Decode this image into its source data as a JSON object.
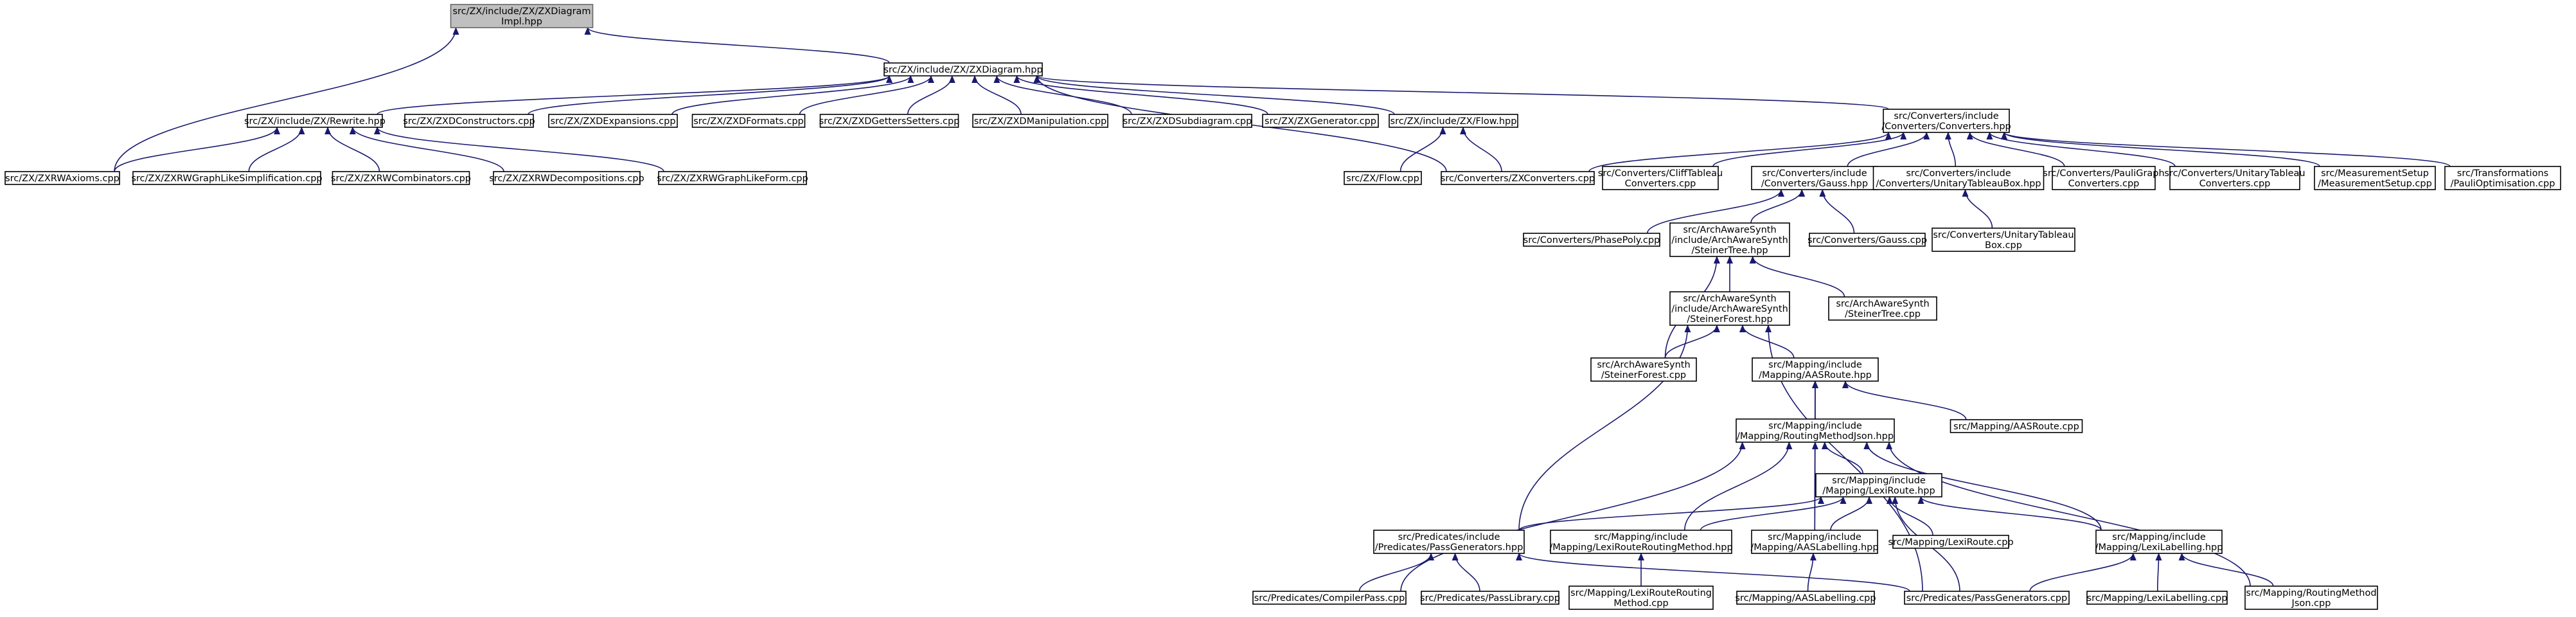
{
  "graph": {
    "edge_color": "#191970",
    "root_fill": "#bfbfbf",
    "nodes": [
      {
        "id": "zxdiagram_impl",
        "lines": [
          "src/ZX/include/ZX/ZXDiagram",
          "Impl.hpp"
        ],
        "root": true
      },
      {
        "id": "zxdiagram_hpp",
        "lines": [
          "src/ZX/include/ZX/ZXDiagram.hpp"
        ]
      },
      {
        "id": "rewrite_hpp",
        "lines": [
          "src/ZX/include/ZX/Rewrite.hpp"
        ]
      },
      {
        "id": "zxd_constructors",
        "lines": [
          "src/ZX/ZXDConstructors.cpp"
        ]
      },
      {
        "id": "zxd_expansions",
        "lines": [
          "src/ZX/ZXDExpansions.cpp"
        ]
      },
      {
        "id": "zxd_formats",
        "lines": [
          "src/ZX/ZXDFormats.cpp"
        ]
      },
      {
        "id": "zxd_getters",
        "lines": [
          "src/ZX/ZXDGettersSetters.cpp"
        ]
      },
      {
        "id": "zxd_manipulation",
        "lines": [
          "src/ZX/ZXDManipulation.cpp"
        ]
      },
      {
        "id": "zxd_subdiagram",
        "lines": [
          "src/ZX/ZXDSubdiagram.cpp"
        ]
      },
      {
        "id": "zx_generator",
        "lines": [
          "src/ZX/ZXGenerator.cpp"
        ]
      },
      {
        "id": "flow_hpp",
        "lines": [
          "src/ZX/include/ZX/Flow.hpp"
        ]
      },
      {
        "id": "converters_hpp",
        "lines": [
          "src/Converters/include",
          "/Converters/Converters.hpp"
        ]
      },
      {
        "id": "zxrw_axioms",
        "lines": [
          "src/ZX/ZXRWAxioms.cpp"
        ]
      },
      {
        "id": "zxrw_graphlike_simpl",
        "lines": [
          "src/ZX/ZXRWGraphLikeSimplification.cpp"
        ]
      },
      {
        "id": "zxrw_combinators",
        "lines": [
          "src/ZX/ZXRWCombinators.cpp"
        ]
      },
      {
        "id": "zxrw_decompositions",
        "lines": [
          "src/ZX/ZXRWDecompositions.cpp"
        ]
      },
      {
        "id": "zxrw_graphlikeform",
        "lines": [
          "src/ZX/ZXRWGraphLikeForm.cpp"
        ]
      },
      {
        "id": "flow_cpp",
        "lines": [
          "src/ZX/Flow.cpp"
        ]
      },
      {
        "id": "zxconverters_cpp",
        "lines": [
          "src/Converters/ZXConverters.cpp"
        ]
      },
      {
        "id": "clifftableau_conv",
        "lines": [
          "src/Converters/CliffTableau",
          "Converters.cpp"
        ]
      },
      {
        "id": "gauss_hpp",
        "lines": [
          "src/Converters/include",
          "/Converters/Gauss.hpp"
        ]
      },
      {
        "id": "utb_hpp",
        "lines": [
          "src/Converters/include",
          "/Converters/UnitaryTableauBox.hpp"
        ]
      },
      {
        "id": "pauligraph_conv",
        "lines": [
          "src/Converters/PauliGraph",
          "Converters.cpp"
        ]
      },
      {
        "id": "unitarytableau_conv",
        "lines": [
          "src/Converters/UnitaryTableau",
          "Converters.cpp"
        ]
      },
      {
        "id": "measurementsetup",
        "lines": [
          "src/MeasurementSetup",
          "/MeasurementSetup.cpp"
        ]
      },
      {
        "id": "paulioptimisation",
        "lines": [
          "src/Transformations",
          "/PauliOptimisation.cpp"
        ]
      },
      {
        "id": "phasepoly_cpp",
        "lines": [
          "src/Converters/PhasePoly.cpp"
        ]
      },
      {
        "id": "steinertree_hpp",
        "lines": [
          "src/ArchAwareSynth",
          "/include/ArchAwareSynth",
          "/SteinerTree.hpp"
        ]
      },
      {
        "id": "gauss_cpp",
        "lines": [
          "src/Converters/Gauss.cpp"
        ]
      },
      {
        "id": "utb_cpp",
        "lines": [
          "src/Converters/UnitaryTableau",
          "Box.cpp"
        ]
      },
      {
        "id": "steinerforest_hpp",
        "lines": [
          "src/ArchAwareSynth",
          "/include/ArchAwareSynth",
          "/SteinerForest.hpp"
        ]
      },
      {
        "id": "steinertree_cpp",
        "lines": [
          "src/ArchAwareSynth",
          "/SteinerTree.cpp"
        ]
      },
      {
        "id": "steinerforest_cpp",
        "lines": [
          "src/ArchAwareSynth",
          "/SteinerForest.cpp"
        ]
      },
      {
        "id": "aasroute_hpp",
        "lines": [
          "src/Mapping/include",
          "/Mapping/AASRoute.hpp"
        ]
      },
      {
        "id": "routingmethodjson_hpp",
        "lines": [
          "src/Mapping/include",
          "/Mapping/RoutingMethodJson.hpp"
        ]
      },
      {
        "id": "aasroute_cpp",
        "lines": [
          "src/Mapping/AASRoute.cpp"
        ]
      },
      {
        "id": "lexiroute_hpp",
        "lines": [
          "src/Mapping/include",
          "/Mapping/LexiRoute.hpp"
        ]
      },
      {
        "id": "passgenerators_hpp",
        "lines": [
          "src/Predicates/include",
          "/Predicates/PassGenerators.hpp"
        ]
      },
      {
        "id": "lexiroutingmethod_hpp",
        "lines": [
          "src/Mapping/include",
          "/Mapping/LexiRouteRoutingMethod.hpp"
        ]
      },
      {
        "id": "aaslabelling_hpp",
        "lines": [
          "src/Mapping/include",
          "/Mapping/AASLabelling.hpp"
        ]
      },
      {
        "id": "lexiroute_cpp",
        "lines": [
          "src/Mapping/LexiRoute.cpp"
        ]
      },
      {
        "id": "lexilabelling_hpp",
        "lines": [
          "src/Mapping/include",
          "/Mapping/LexiLabelling.hpp"
        ]
      },
      {
        "id": "compilerpass_cpp",
        "lines": [
          "src/Predicates/CompilerPass.cpp"
        ]
      },
      {
        "id": "passlibrary_cpp",
        "lines": [
          "src/Predicates/PassLibrary.cpp"
        ]
      },
      {
        "id": "lexiroutingmethod_cpp",
        "lines": [
          "src/Mapping/LexiRouteRouting",
          "Method.cpp"
        ]
      },
      {
        "id": "aaslabelling_cpp",
        "lines": [
          "src/Mapping/AASLabelling.cpp"
        ]
      },
      {
        "id": "passgenerators_cpp",
        "lines": [
          "src/Predicates/PassGenerators.cpp"
        ]
      },
      {
        "id": "lexilabelling_cpp",
        "lines": [
          "src/Mapping/LexiLabelling.cpp"
        ]
      },
      {
        "id": "routingmethodjson_cpp",
        "lines": [
          "src/Mapping/RoutingMethod",
          "Json.cpp"
        ]
      }
    ],
    "edges": [
      [
        "zxdiagram_hpp",
        "zxdiagram_impl"
      ],
      [
        "zxrw_axioms",
        "zxdiagram_impl"
      ],
      [
        "rewrite_hpp",
        "zxdiagram_hpp"
      ],
      [
        "zxd_constructors",
        "zxdiagram_hpp"
      ],
      [
        "zxd_expansions",
        "zxdiagram_hpp"
      ],
      [
        "zxd_formats",
        "zxdiagram_hpp"
      ],
      [
        "zxd_getters",
        "zxdiagram_hpp"
      ],
      [
        "zxd_manipulation",
        "zxdiagram_hpp"
      ],
      [
        "zxd_subdiagram",
        "zxdiagram_hpp"
      ],
      [
        "zx_generator",
        "zxdiagram_hpp"
      ],
      [
        "flow_hpp",
        "zxdiagram_hpp"
      ],
      [
        "converters_hpp",
        "zxdiagram_hpp"
      ],
      [
        "zxconverters_cpp",
        "zxdiagram_hpp"
      ],
      [
        "zxrw_axioms",
        "rewrite_hpp"
      ],
      [
        "zxrw_graphlike_simpl",
        "rewrite_hpp"
      ],
      [
        "zxrw_combinators",
        "rewrite_hpp"
      ],
      [
        "zxrw_decompositions",
        "rewrite_hpp"
      ],
      [
        "zxrw_graphlikeform",
        "rewrite_hpp"
      ],
      [
        "flow_cpp",
        "flow_hpp"
      ],
      [
        "zxconverters_cpp",
        "flow_hpp"
      ],
      [
        "zxconverters_cpp",
        "converters_hpp"
      ],
      [
        "clifftableau_conv",
        "converters_hpp"
      ],
      [
        "gauss_hpp",
        "converters_hpp"
      ],
      [
        "utb_hpp",
        "converters_hpp"
      ],
      [
        "pauligraph_conv",
        "converters_hpp"
      ],
      [
        "unitarytableau_conv",
        "converters_hpp"
      ],
      [
        "measurementsetup",
        "converters_hpp"
      ],
      [
        "paulioptimisation",
        "converters_hpp"
      ],
      [
        "phasepoly_cpp",
        "gauss_hpp"
      ],
      [
        "steinertree_hpp",
        "gauss_hpp"
      ],
      [
        "gauss_cpp",
        "gauss_hpp"
      ],
      [
        "utb_cpp",
        "utb_hpp"
      ],
      [
        "steinerforest_hpp",
        "steinertree_hpp"
      ],
      [
        "steinertree_cpp",
        "steinertree_hpp"
      ],
      [
        "steinerforest_cpp",
        "steinertree_hpp"
      ],
      [
        "steinerforest_cpp",
        "steinerforest_hpp"
      ],
      [
        "aasroute_hpp",
        "steinerforest_hpp"
      ],
      [
        "passgenerators_hpp",
        "steinerforest_hpp"
      ],
      [
        "passgenerators_cpp",
        "steinerforest_hpp"
      ],
      [
        "routingmethodjson_hpp",
        "aasroute_hpp"
      ],
      [
        "aasroute_cpp",
        "aasroute_hpp"
      ],
      [
        "aaslabelling_hpp",
        "aasroute_hpp"
      ],
      [
        "lexiroute_hpp",
        "routingmethodjson_hpp"
      ],
      [
        "lexiroutingmethod_hpp",
        "routingmethodjson_hpp"
      ],
      [
        "lexilabelling_hpp",
        "routingmethodjson_hpp"
      ],
      [
        "compilerpass_cpp",
        "routingmethodjson_hpp"
      ],
      [
        "routingmethodjson_cpp",
        "routingmethodjson_hpp"
      ],
      [
        "aaslabelling_hpp",
        "routingmethodjson_hpp"
      ],
      [
        "passgenerators_hpp",
        "lexiroute_hpp"
      ],
      [
        "lexiroutingmethod_hpp",
        "lexiroute_hpp"
      ],
      [
        "aaslabelling_hpp",
        "lexiroute_hpp"
      ],
      [
        "lexiroute_cpp",
        "lexiroute_hpp"
      ],
      [
        "lexilabelling_hpp",
        "lexiroute_hpp"
      ],
      [
        "passgenerators_cpp",
        "lexiroute_hpp"
      ],
      [
        "compilerpass_cpp",
        "passgenerators_hpp"
      ],
      [
        "passlibrary_cpp",
        "passgenerators_hpp"
      ],
      [
        "passgenerators_cpp",
        "passgenerators_hpp"
      ],
      [
        "lexiroutingmethod_cpp",
        "lexiroutingmethod_hpp"
      ],
      [
        "aaslabelling_cpp",
        "aaslabelling_hpp"
      ],
      [
        "passgenerators_cpp",
        "lexilabelling_hpp"
      ],
      [
        "lexilabelling_cpp",
        "lexilabelling_hpp"
      ],
      [
        "routingmethodjson_cpp",
        "lexilabelling_hpp"
      ]
    ]
  }
}
